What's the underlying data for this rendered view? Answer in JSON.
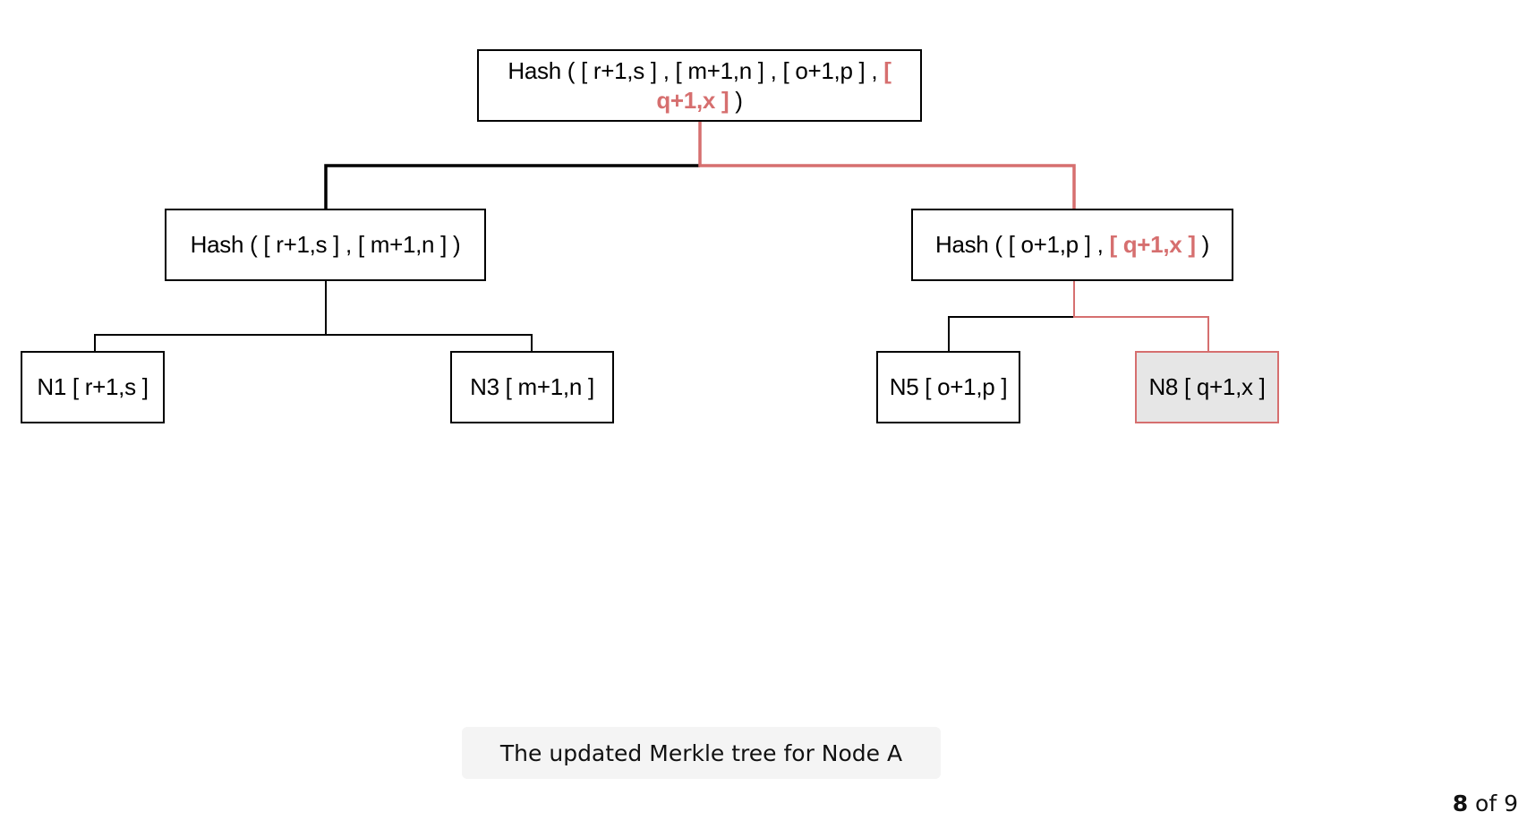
{
  "colors": {
    "highlight": "#d66f6f",
    "line": "#000000",
    "highlighted_leaf_fill": "#e6e6e6",
    "caption_bg": "#f4f4f4"
  },
  "tree": {
    "root": {
      "prefix": "Hash ( [ r+1,s ] , [ m+1,n ] , [ o+1,p ] , ",
      "highlight": "[ q+1,x ]",
      "suffix": " )"
    },
    "left_hash": {
      "label": "Hash ( [ r+1,s ] , [ m+1,n ] )"
    },
    "right_hash": {
      "prefix": "Hash ( [ o+1,p ] , ",
      "highlight": "[ q+1,x ]",
      "suffix": " )"
    },
    "leaves": [
      {
        "label": "N1 [ r+1,s ]"
      },
      {
        "label": "N3 [ m+1,n ]"
      },
      {
        "label": "N5 [ o+1,p ]"
      },
      {
        "label": "N8 [ q+1,x ]"
      }
    ]
  },
  "caption": "The updated Merkle tree for Node A",
  "pager": {
    "current": "8",
    "separator": " of ",
    "total": "9"
  }
}
